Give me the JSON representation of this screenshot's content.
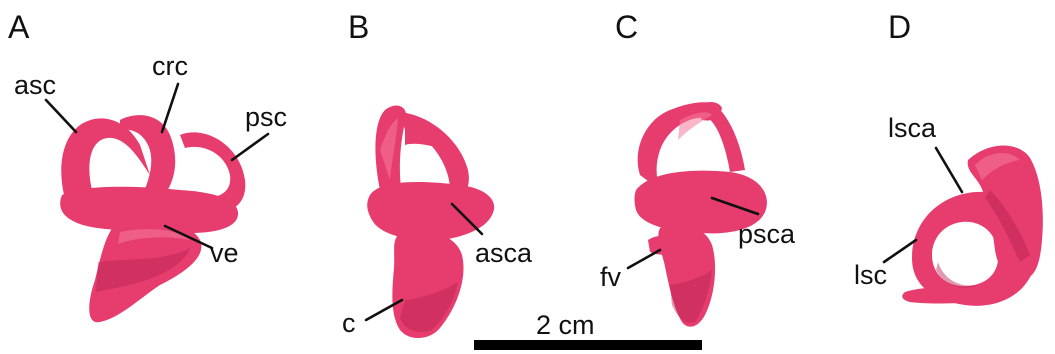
{
  "colors": {
    "specimen": "#e63c6e",
    "specimen_dark": "#b8244f",
    "specimen_light": "#f57a9d",
    "scale_bar": "#000000",
    "text": "#111111"
  },
  "panels": {
    "A": {
      "letter": "A",
      "labels": {
        "asc": "asc",
        "crc": "crc",
        "psc": "psc",
        "ve": "ve"
      }
    },
    "B": {
      "letter": "B",
      "labels": {
        "asca": "asca",
        "c": "c"
      }
    },
    "C": {
      "letter": "C",
      "labels": {
        "psca": "psca",
        "fv": "fv"
      }
    },
    "D": {
      "letter": "D",
      "labels": {
        "lsca": "lsca",
        "lsc": "lsc"
      }
    }
  },
  "scale_bar": {
    "label": "2 cm"
  }
}
